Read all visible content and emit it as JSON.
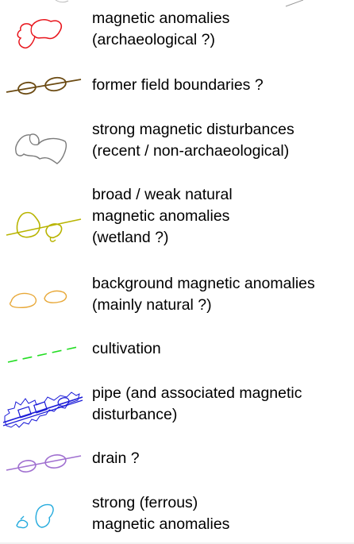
{
  "legend": {
    "items": [
      {
        "lines": [
          "magnetic anomalies",
          "(archaeological ?)"
        ],
        "color": "#e8141b",
        "icon": "red-anomaly-outline-icon"
      },
      {
        "lines": [
          "former field boundaries ?"
        ],
        "color": "#6b4a12",
        "icon": "brown-boundary-line-icon"
      },
      {
        "lines": [
          "strong magnetic disturbances",
          "(recent / non-archaeological)"
        ],
        "color": "#7a7a7a",
        "icon": "grey-disturbance-outline-icon"
      },
      {
        "lines": [
          "broad / weak natural",
          "magnetic anomalies",
          "(wetland ?)"
        ],
        "color": "#b8b400",
        "icon": "olive-wetland-outline-icon"
      },
      {
        "lines": [
          "background magnetic anomalies",
          "(mainly natural ?)"
        ],
        "color": "#e8a838",
        "icon": "orange-background-outline-icon"
      },
      {
        "lines": [
          "cultivation"
        ],
        "color": "#22dd22",
        "icon": "green-dashed-line-icon"
      },
      {
        "lines": [
          "pipe (and associated magnetic",
          "disturbance)"
        ],
        "color": "#1a1ad8",
        "icon": "blue-pipe-line-icon"
      },
      {
        "lines": [
          "drain ?"
        ],
        "color": "#a070d0",
        "icon": "purple-drain-line-icon"
      },
      {
        "lines": [
          "strong (ferrous)",
          "magnetic anomalies"
        ],
        "color": "#22aadd",
        "icon": "cyan-ferrous-outline-icon"
      }
    ]
  }
}
